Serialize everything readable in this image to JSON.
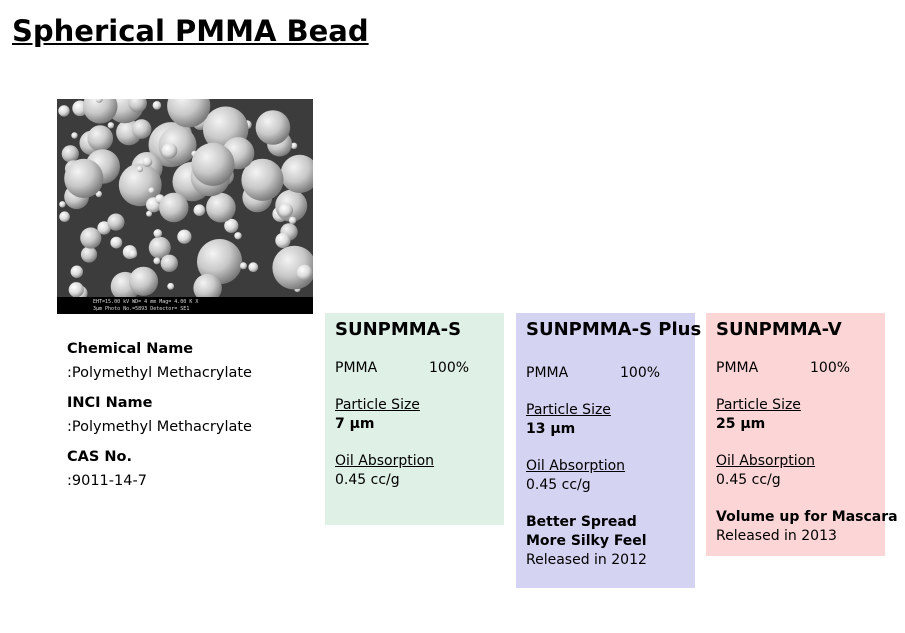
{
  "page": {
    "title": "Spherical PMMA Bead"
  },
  "image": {
    "caption_line1": "EHT=15.00 kV   WD= 4 mm   Mag= 4.00 K X",
    "caption_line2": "3μm   Photo No.=5893   Detector= SE1"
  },
  "info": {
    "chemical_name_label": "Chemical Name",
    "chemical_name_value": ":Polymethyl Methacrylate",
    "inci_label": "INCI Name",
    "inci_value": ":Polymethyl Methacrylate",
    "cas_label": "CAS No.",
    "cas_value": ":9011-14-7"
  },
  "cards": {
    "s": {
      "title": "SUNPMMA-S",
      "material": "PMMA",
      "percent": "100%",
      "particle_label": "Particle Size",
      "particle_value": "7 μm",
      "oil_label": "Oil Absorption",
      "oil_value": "0.45 cc/g",
      "color": "#dff0e6"
    },
    "splus": {
      "title": "SUNPMMA-S Plus",
      "material": "PMMA",
      "percent": "100%",
      "particle_label": "Particle Size",
      "particle_value": "13 μm",
      "oil_label": "Oil Absorption",
      "oil_value": "0.45 cc/g",
      "feature1": "Better Spread",
      "feature2": "More Silky Feel",
      "released": "Released in 2012",
      "color": "#d4d3f1"
    },
    "v": {
      "title": "SUNPMMA-V",
      "material": "PMMA",
      "percent": "100%",
      "particle_label": "Particle Size",
      "particle_value": "25 μm",
      "oil_label": "Oil Absorption",
      "oil_value": "0.45 cc/g",
      "feature1": "Volume up for Mascara",
      "released": "Released in 2013",
      "color": "#fcd6d6"
    }
  }
}
